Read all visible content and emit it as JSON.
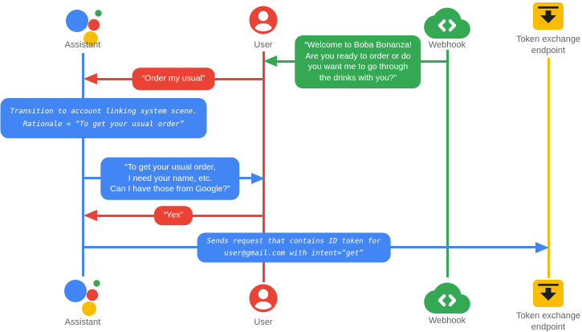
{
  "diagram_type": "sequence-diagram",
  "actors": {
    "assistant": {
      "label": "Assistant",
      "color": "#4285f4",
      "icon": "google-assistant-logo"
    },
    "user": {
      "label": "User",
      "color": "#ea4335",
      "icon": "person-circle-icon"
    },
    "webhook": {
      "label": "Webhook",
      "color": "#34a853",
      "icon": "code-cloud-icon"
    },
    "token_endpoint": {
      "label": "Token exchange endpoint",
      "color": "#fbbc04",
      "icon": "download-box-icon"
    }
  },
  "messages": {
    "welcome": {
      "from": "webhook",
      "to": "user",
      "color": "#34a853",
      "lines": [
        "“Welcome to Boba Bonanza!",
        "Are you ready to order or do",
        "you want me to go through",
        "the drinks with you?”"
      ]
    },
    "order_my_usual": {
      "from": "user",
      "to": "assistant",
      "color": "#ea4335",
      "lines": [
        "“Order my usual”"
      ]
    },
    "transition_note": {
      "on": "assistant",
      "color": "#4285f4",
      "lines": [
        "Transition to account linking system scene.",
        "Rationale = “To get your usual order”"
      ]
    },
    "ask_details": {
      "from": "assistant",
      "to": "user",
      "color": "#4285f4",
      "lines": [
        "“To get your usual order,",
        "I need your name, etc.",
        "Can I have those from Google?”"
      ]
    },
    "yes": {
      "from": "user",
      "to": "assistant",
      "color": "#ea4335",
      "lines": [
        "“Yes”"
      ]
    },
    "send_request": {
      "from": "assistant",
      "to": "token_endpoint",
      "color": "#4285f4",
      "lines": [
        "Sends request that contains ID token for",
        "user@gmail.com with intent=“get”"
      ]
    }
  }
}
